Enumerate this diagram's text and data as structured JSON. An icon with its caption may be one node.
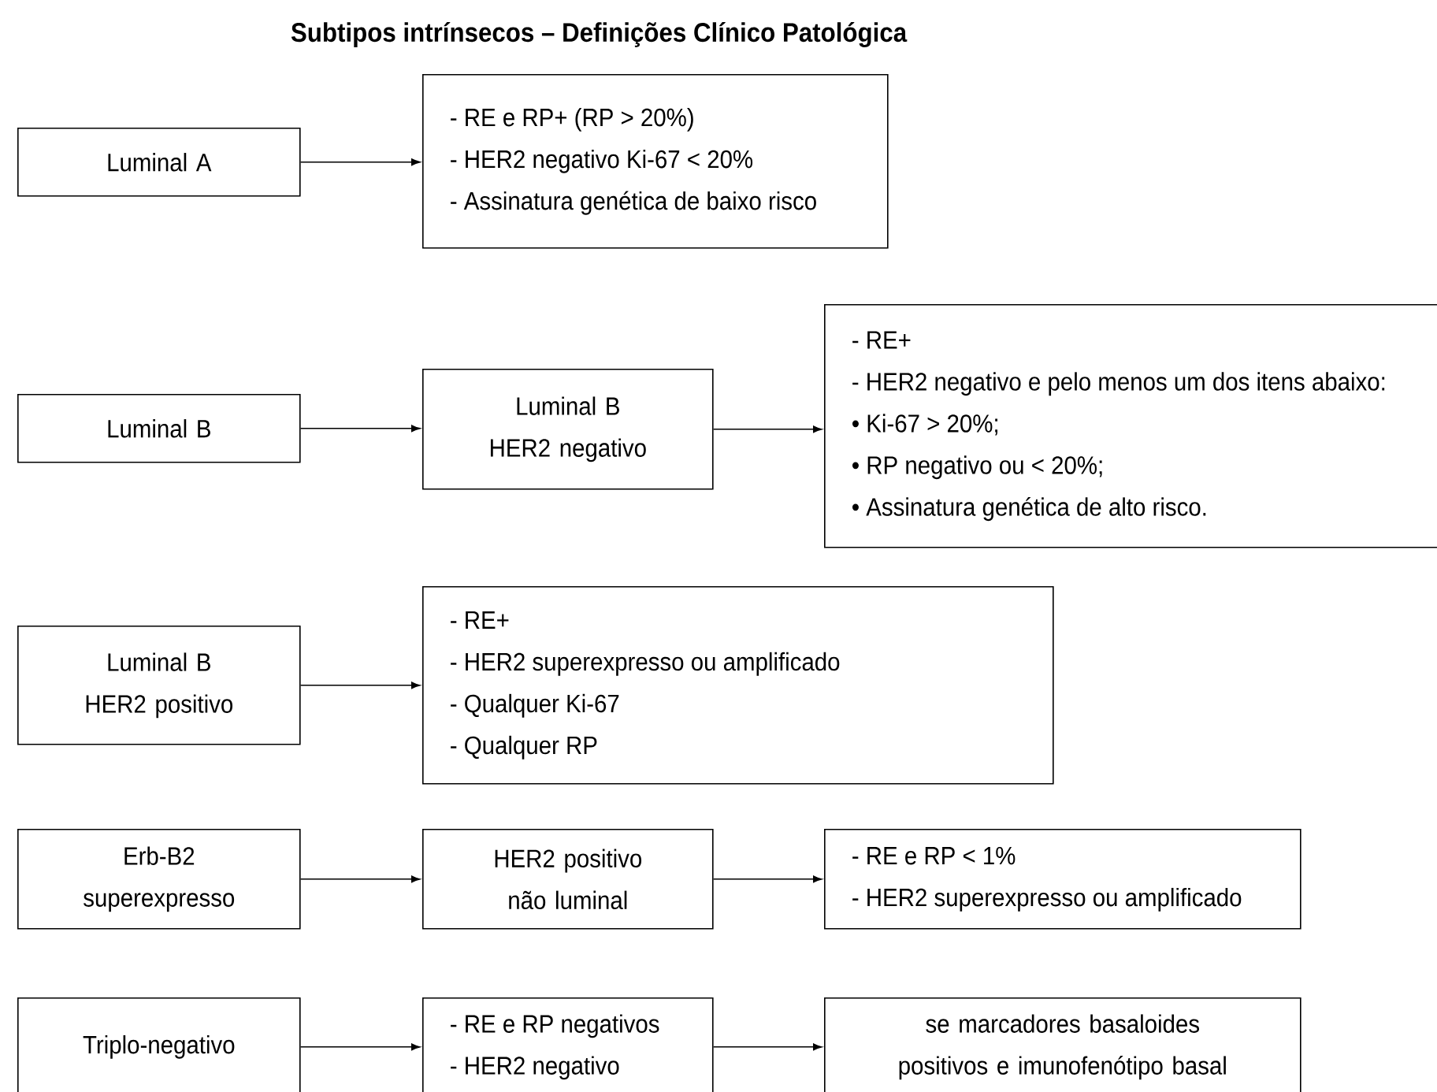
{
  "diagram": {
    "title": "Subtipos intrínsecos – Definições Clínico Patológica",
    "nodes": [
      {
        "text": [
          "Luminal A"
        ]
      },
      {
        "text": [
          "- RE e RP+ (RP > 20%)",
          "- HER2 negativo Ki-67 < 20%",
          "- Assinatura genética de baixo risco"
        ]
      },
      {
        "text": [
          "Luminal B"
        ]
      },
      {
        "text": [
          "Luminal B HER2 negativo"
        ]
      },
      {
        "text": [
          "- RE+",
          "- HER2 negativo e pelo menos um dos itens abaixo:",
          "• Ki-67 > 20%;",
          "• RP negativo ou < 20%;",
          "• Assinatura genética de alto risco."
        ]
      },
      {
        "text": [
          "Luminal B HER2 positivo"
        ]
      },
      {
        "text": [
          "- RE+",
          "- HER2 superexpresso ou amplificado",
          "- Qualquer Ki-67",
          "- Qualquer RP"
        ]
      },
      {
        "text": [
          "Erb-B2 superexpresso"
        ]
      },
      {
        "text": [
          "HER2 positivo não luminal"
        ]
      },
      {
        "text": [
          "- RE e RP < 1%",
          "- HER2 superexpresso ou amplificado"
        ]
      },
      {
        "text": [
          "Triplo-negativo"
        ]
      },
      {
        "text": [
          "- RE e RP negativos",
          "- HER2 negativo"
        ]
      },
      {
        "text": [
          "se marcadores basaloides positivos e imunofenótipo basal"
        ]
      }
    ],
    "edges": [
      {
        "from": 0,
        "to": 1,
        "arrow": "to"
      },
      {
        "from": 2,
        "to": 3,
        "arrow": "to"
      },
      {
        "from": 3,
        "to": 4,
        "arrow": "to"
      },
      {
        "from": 5,
        "to": 6,
        "arrow": "to"
      },
      {
        "from": 7,
        "to": 8,
        "arrow": "to"
      },
      {
        "from": 8,
        "to": 9,
        "arrow": "to"
      },
      {
        "from": 10,
        "to": 11,
        "arrow": "to"
      },
      {
        "from": 11,
        "to": 12,
        "arrow": "to"
      }
    ]
  }
}
